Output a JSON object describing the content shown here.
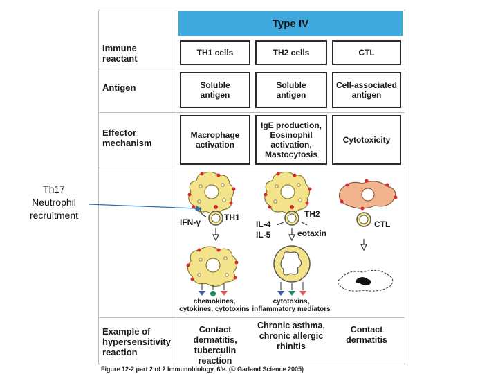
{
  "annotation": {
    "line1": "Th17",
    "line2": "Neutrophil",
    "line3": "recruitment"
  },
  "table": {
    "title": "Type IV",
    "rows": {
      "reactant": "Immune\nreactant",
      "antigen": "Antigen",
      "effector": "Effector\nmechanism",
      "example": "Example of\nhypersensitivity\nreaction"
    },
    "columns": [
      {
        "reactant": "TH1 cells",
        "antigen": "Soluble\nantigen",
        "effector": "Macrophage\nactivation",
        "cell_label": "TH1",
        "cytokine": "IFN-γ",
        "products": "chemokines,\ncytokines, cytotoxins",
        "example": "Contact dermatitis,\ntuberculin reaction"
      },
      {
        "reactant": "TH2 cells",
        "antigen": "Soluble\nantigen",
        "effector": "IgE production,\nEosinophil\nactivation,\nMastocytosis",
        "cell_label": "TH2",
        "cytokine1": "IL-4",
        "cytokine2": "IL-5",
        "cytokine3": "eotaxin",
        "products": "cytotoxins,\ninflammatory mediators",
        "example": "Chronic asthma,\nchronic allergic\nrhinitis"
      },
      {
        "reactant": "CTL",
        "antigen": "Cell-associated\nantigen",
        "effector": "Cytotoxicity",
        "cell_label": "CTL",
        "example": "Contact\ndermatitis"
      }
    ],
    "footer": "Figure 12-2 part 2 of 2  Immunobiology, 6/e. (© Garland Science 2005)"
  },
  "colors": {
    "header_bg": "#3fa9dd",
    "macrophage": "#f3e48c",
    "red_dot": "#d9262d",
    "target_cell": "#f2b48f",
    "arrow_line": "#2d6fb3"
  }
}
